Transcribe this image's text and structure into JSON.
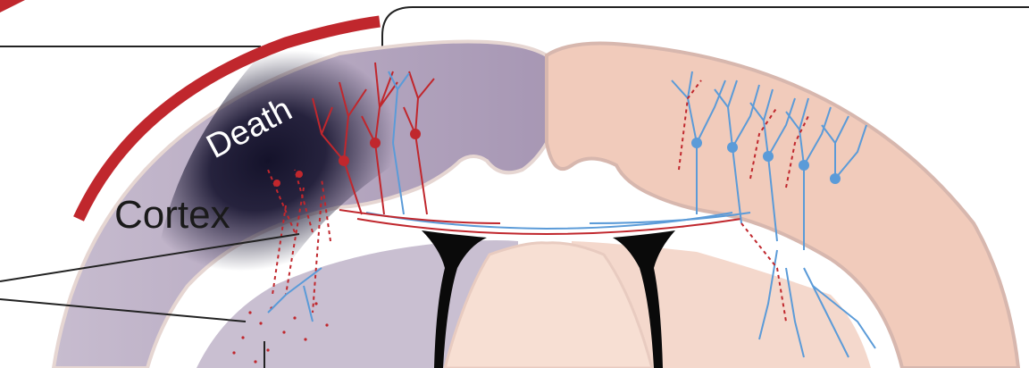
{
  "labels": {
    "cortex": "Cortex",
    "death": "Death"
  },
  "colors": {
    "injured_hemisphere": "#aa9bb6",
    "healthy_hemisphere": "#f1cbbb",
    "injury_arc": "#c0272d",
    "red_neuron": "#c0272d",
    "blue_neuron": "#5b9bd8",
    "ventricle": "#0a0a0a",
    "outline": "#d7b7ae",
    "leader_line": "#222222"
  },
  "icons": [
    "injury-arc",
    "red-neurons",
    "blue-neurons",
    "ventricles",
    "leader-lines"
  ]
}
